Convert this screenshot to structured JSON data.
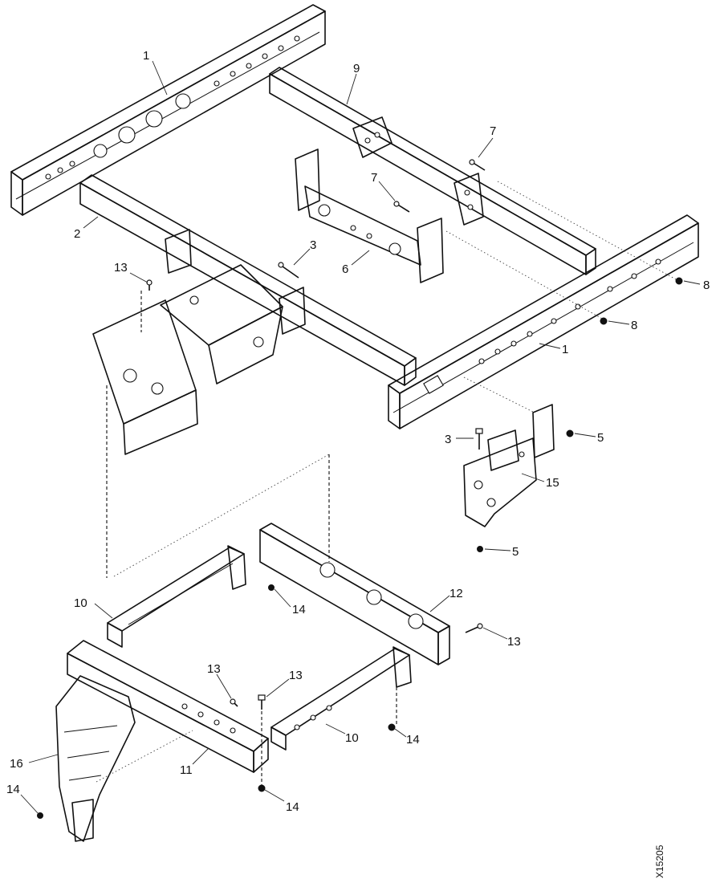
{
  "diagram": {
    "reference_code": "X15205",
    "callouts": [
      "1",
      "9",
      "7",
      "7",
      "2",
      "3",
      "6",
      "13",
      "8",
      "8",
      "1",
      "3",
      "5",
      "15",
      "5",
      "10",
      "12",
      "14",
      "13",
      "13",
      "13",
      "10",
      "14",
      "11",
      "16",
      "14",
      "14"
    ]
  }
}
